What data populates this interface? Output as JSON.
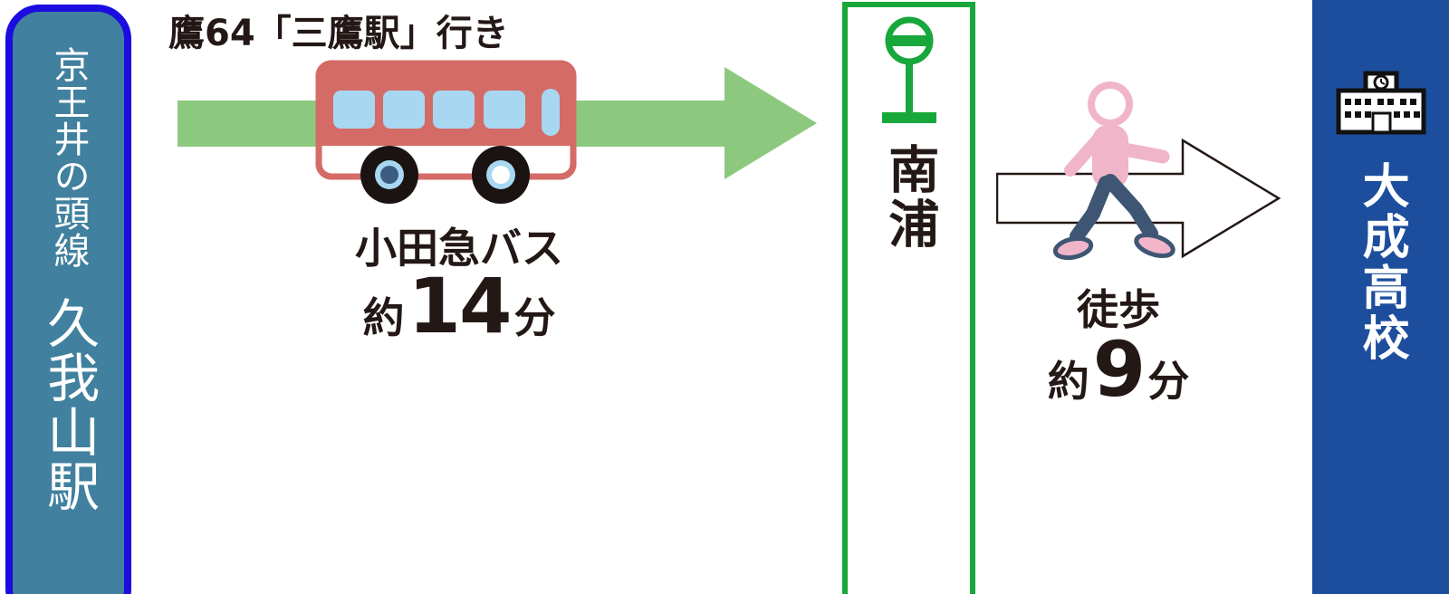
{
  "palette": {
    "station_fill": "#41809E",
    "station_border": "#1B0CE0",
    "route_green": "#8CC97F",
    "stop_green": "#18A73B",
    "bus_red": "#D56B66",
    "window_blue": "#A8D7F2",
    "school_blue": "#1D4E9D",
    "person_pink": "#F0B5C9",
    "pants_navy": "#3E5673",
    "text_black": "#231815"
  },
  "station": {
    "line": "京王井の頭線",
    "name": "久我山駅"
  },
  "bus": {
    "route_label": "鷹64「三鷹駅」行き",
    "operator": "小田急バス",
    "duration": {
      "prefix": "約",
      "value": "14",
      "unit": "分"
    }
  },
  "stop": {
    "name": "南浦"
  },
  "walk": {
    "label": "徒歩",
    "duration": {
      "prefix": "約",
      "value": "9",
      "unit": "分"
    }
  },
  "destination": {
    "name": "大成高校"
  },
  "icons": {
    "bus": "bus-icon",
    "bus_stop_sign": "bus-stop-sign-icon",
    "walker": "walker-icon",
    "walk_arrow": "walk-arrow-icon",
    "route_arrow": "route-arrow-icon",
    "school": "school-icon"
  }
}
